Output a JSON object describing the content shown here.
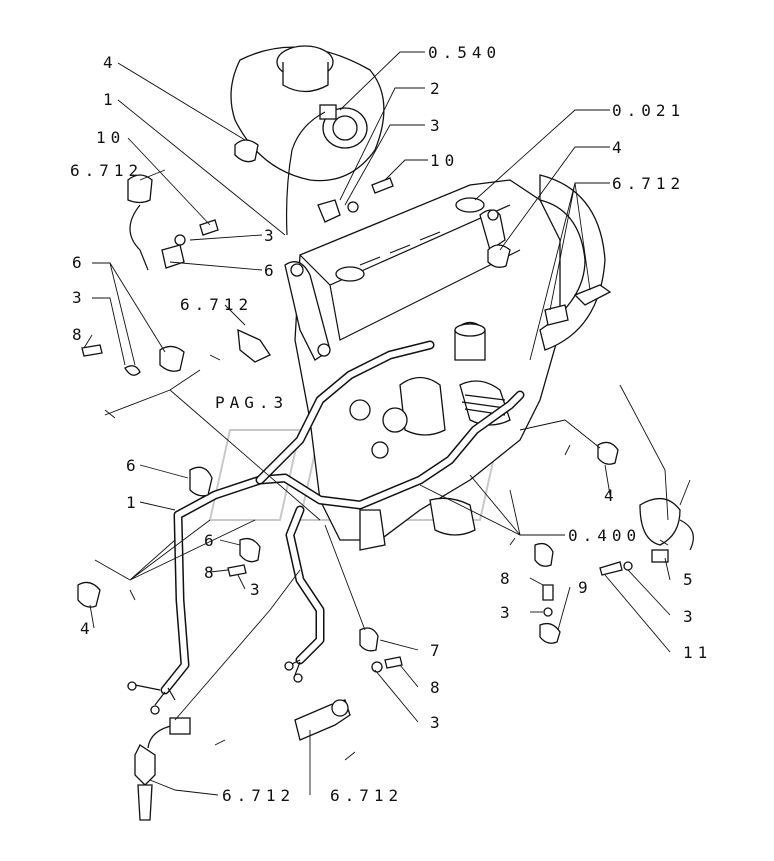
{
  "callouts": [
    {
      "id": "c1",
      "text": "0.540"
    },
    {
      "id": "c2",
      "text": "2"
    },
    {
      "id": "c3",
      "text": "4"
    },
    {
      "id": "c4",
      "text": "1"
    },
    {
      "id": "c5",
      "text": "3"
    },
    {
      "id": "c6",
      "text": "0.021"
    },
    {
      "id": "c7",
      "text": "10"
    },
    {
      "id": "c8",
      "text": "10"
    },
    {
      "id": "c9",
      "text": "4"
    },
    {
      "id": "c10",
      "text": "6.712"
    },
    {
      "id": "c11",
      "text": "6.712"
    },
    {
      "id": "c12",
      "text": "3"
    },
    {
      "id": "c13",
      "text": "6"
    },
    {
      "id": "c14",
      "text": "6"
    },
    {
      "id": "c15",
      "text": "6.712"
    },
    {
      "id": "c16",
      "text": "3"
    },
    {
      "id": "c17",
      "text": "8"
    },
    {
      "id": "c18",
      "text": "PAG.3"
    },
    {
      "id": "c19",
      "text": "6"
    },
    {
      "id": "c20",
      "text": "1"
    },
    {
      "id": "c21",
      "text": "4"
    },
    {
      "id": "c22",
      "text": "6"
    },
    {
      "id": "c23",
      "text": "0.400"
    },
    {
      "id": "c24",
      "text": "8"
    },
    {
      "id": "c25",
      "text": "3"
    },
    {
      "id": "c26",
      "text": "8"
    },
    {
      "id": "c27",
      "text": "9"
    },
    {
      "id": "c28",
      "text": "5"
    },
    {
      "id": "c29",
      "text": "3"
    },
    {
      "id": "c30",
      "text": "3"
    },
    {
      "id": "c31",
      "text": "4"
    },
    {
      "id": "c32",
      "text": "11"
    },
    {
      "id": "c33",
      "text": "7"
    },
    {
      "id": "c34",
      "text": "8"
    },
    {
      "id": "c35",
      "text": "3"
    },
    {
      "id": "c36",
      "text": "6.712"
    },
    {
      "id": "c37",
      "text": "6.712"
    }
  ]
}
